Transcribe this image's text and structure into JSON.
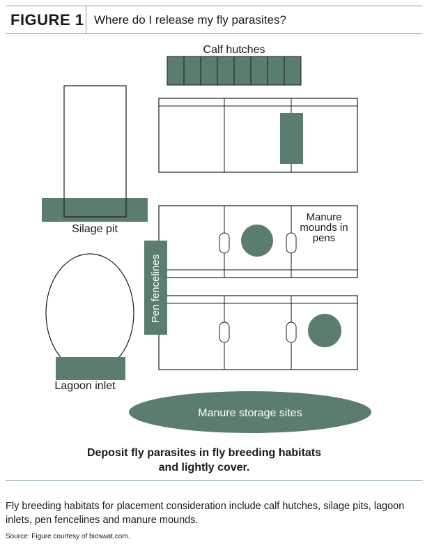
{
  "header": {
    "figure_label": "FIGURE 1",
    "title": "Where do I release my fly parasites?"
  },
  "diagram": {
    "labels": {
      "calf_hutches": "Calf hutches",
      "silage_pit": "Silage pit",
      "manure_mounds_line1": "Manure",
      "manure_mounds_line2": "mounds in",
      "manure_mounds_line3": "pens",
      "pen_fencelines": "Pen fencelines",
      "lagoon_inlet": "Lagoon inlet",
      "manure_storage": "Manure storage sites"
    },
    "instruction_line1": "Deposit fly parasites in fly breeding habitats",
    "instruction_line2": "and lightly cover."
  },
  "caption": "Fly breeding habitats for placement consideration include calf hutches, silage pits, lagoon inlets, pen fencelines and manure mounds.",
  "source": "Source: Figure courtesy of bioswat.com.",
  "colors": {
    "accent": "#5a7d6e",
    "rule": "#7a9a8e",
    "outline": "#1a1a1a"
  }
}
